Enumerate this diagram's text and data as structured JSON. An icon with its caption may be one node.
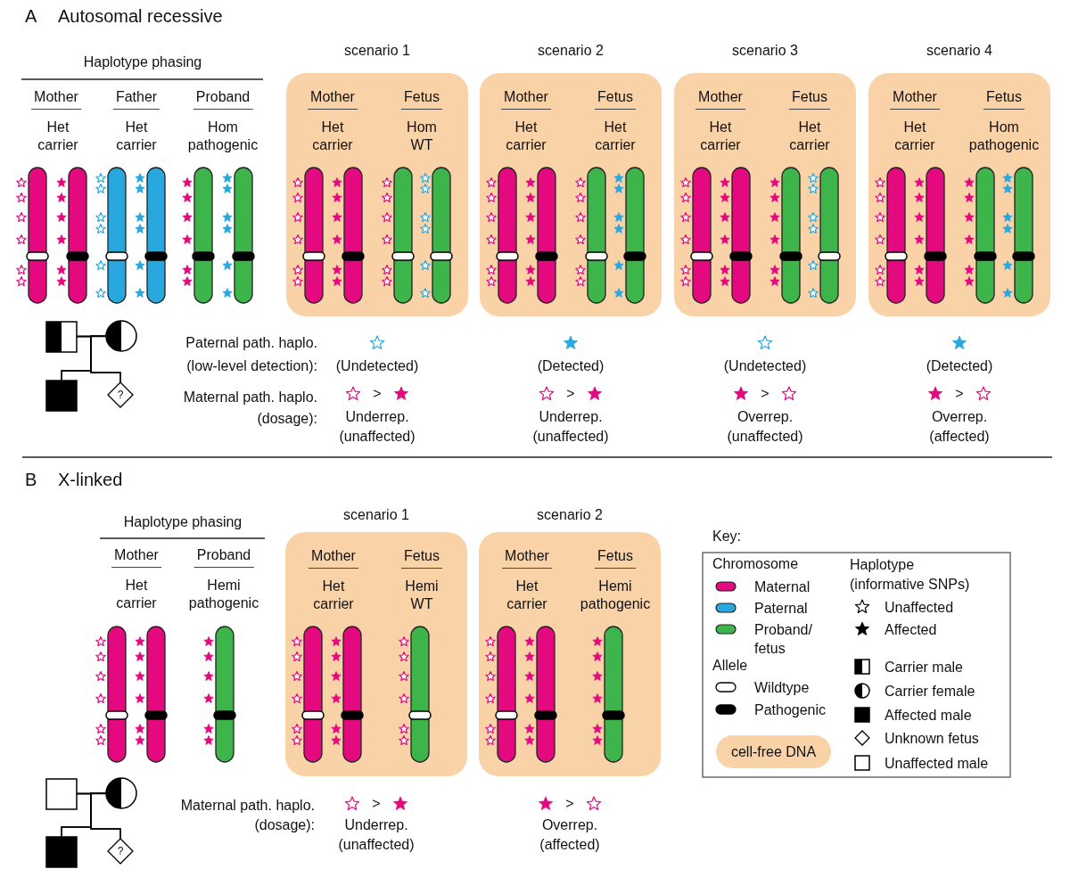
{
  "diagram": {
    "nodes": [
      {
        "text": [
          "scenario 1",
          "Mother",
          "Het carrier",
          "Fetus",
          "Hom WT"
        ]
      },
      {
        "text": [
          "scenario 2",
          "Mother",
          "Het carrier",
          "Fetus",
          "Het carrier"
        ]
      },
      {
        "text": [
          "scenario 3",
          "Mother",
          "Het carrier",
          "Fetus",
          "Het carrier"
        ]
      },
      {
        "text": [
          "scenario 4",
          "Mother",
          "Het carrier",
          "Fetus",
          "Hom pathogenic"
        ]
      },
      {
        "text": [],
        "shape": "box"
      },
      {
        "text": [],
        "shape": "circle"
      },
      {
        "text": [],
        "shape": "box"
      },
      {
        "text": [
          "?"
        ]
      },
      {
        "text": [
          "scenario 1",
          "Mother",
          "Het carrier",
          "Fetus",
          "Hemi WT"
        ]
      },
      {
        "text": [
          "scenario 2",
          "Mother",
          "Het carrier",
          "Fetus",
          "Hemi pathogenic"
        ]
      },
      {
        "text": [],
        "shape": "box"
      },
      {
        "text": [],
        "shape": "circle"
      },
      {
        "text": [],
        "shape": "box"
      },
      {
        "text": [
          "?"
        ]
      }
    ],
    "edges": [
      {
        "from": 4,
        "to": 5,
        "arrow": "none"
      },
      {
        "from": 4,
        "to": 6,
        "arrow": "none"
      },
      {
        "from": 4,
        "to": 7,
        "arrow": "none"
      },
      {
        "from": 5,
        "to": 6,
        "arrow": "none"
      },
      {
        "from": 5,
        "to": 7,
        "arrow": "none"
      },
      {
        "from": 10,
        "to": 11,
        "arrow": "none"
      },
      {
        "from": 10,
        "to": 12,
        "arrow": "none"
      },
      {
        "from": 10,
        "to": 13,
        "arrow": "none"
      },
      {
        "from": 11,
        "to": 12,
        "arrow": "none"
      },
      {
        "from": 11,
        "to": 13,
        "arrow": "none"
      }
    ],
    "labels": [
      "A",
      "Autosomal recessive",
      "Haplotype phasing",
      "Mother",
      "Het carrier",
      "Father",
      "Het carrier",
      "Proband",
      "Hom pathogenic",
      "Paternal path. haplo. (low-level detection):",
      "(Undetected)",
      "(Detected)",
      "(Undetected)",
      "(Detected)",
      "Maternal path. haplo. (dosage):",
      ">",
      ">",
      ">",
      ">",
      "Underrep. (unaffected)",
      "Underrep. (unaffected)",
      "Overrep. (unaffected)",
      "Overrep. (affected)",
      "B",
      "X-linked",
      "Haplotype phasing",
      "Mother",
      "Het carrier",
      "Proband",
      "Hemi pathogenic",
      "Maternal path. haplo. (dosage):",
      ">",
      ">",
      "Underrep. (unaffected)",
      "Overrep. (affected)",
      "Key:",
      "Chromosome",
      "Allele",
      "Haplotype (informative SNPs)"
    ],
    "legend": [
      {
        "text": "Maternal",
        "color": "#e5097f"
      },
      {
        "text": "Paternal",
        "color": "#29a8e0"
      },
      {
        "text": "Proband/ fetus",
        "color": "#3db54a"
      },
      {
        "text": "Wildtype"
      },
      {
        "text": "Pathogenic"
      },
      {
        "text": "cell-free DNA",
        "color": "#fad2a8"
      },
      {
        "text": "Unaffected"
      },
      {
        "text": "Affected"
      },
      {
        "text": "Carrier male"
      },
      {
        "text": "Carrier female"
      },
      {
        "text": "Affected male"
      },
      {
        "text": "Unknown fetus"
      },
      {
        "text": "Unaffected male"
      }
    ]
  }
}
